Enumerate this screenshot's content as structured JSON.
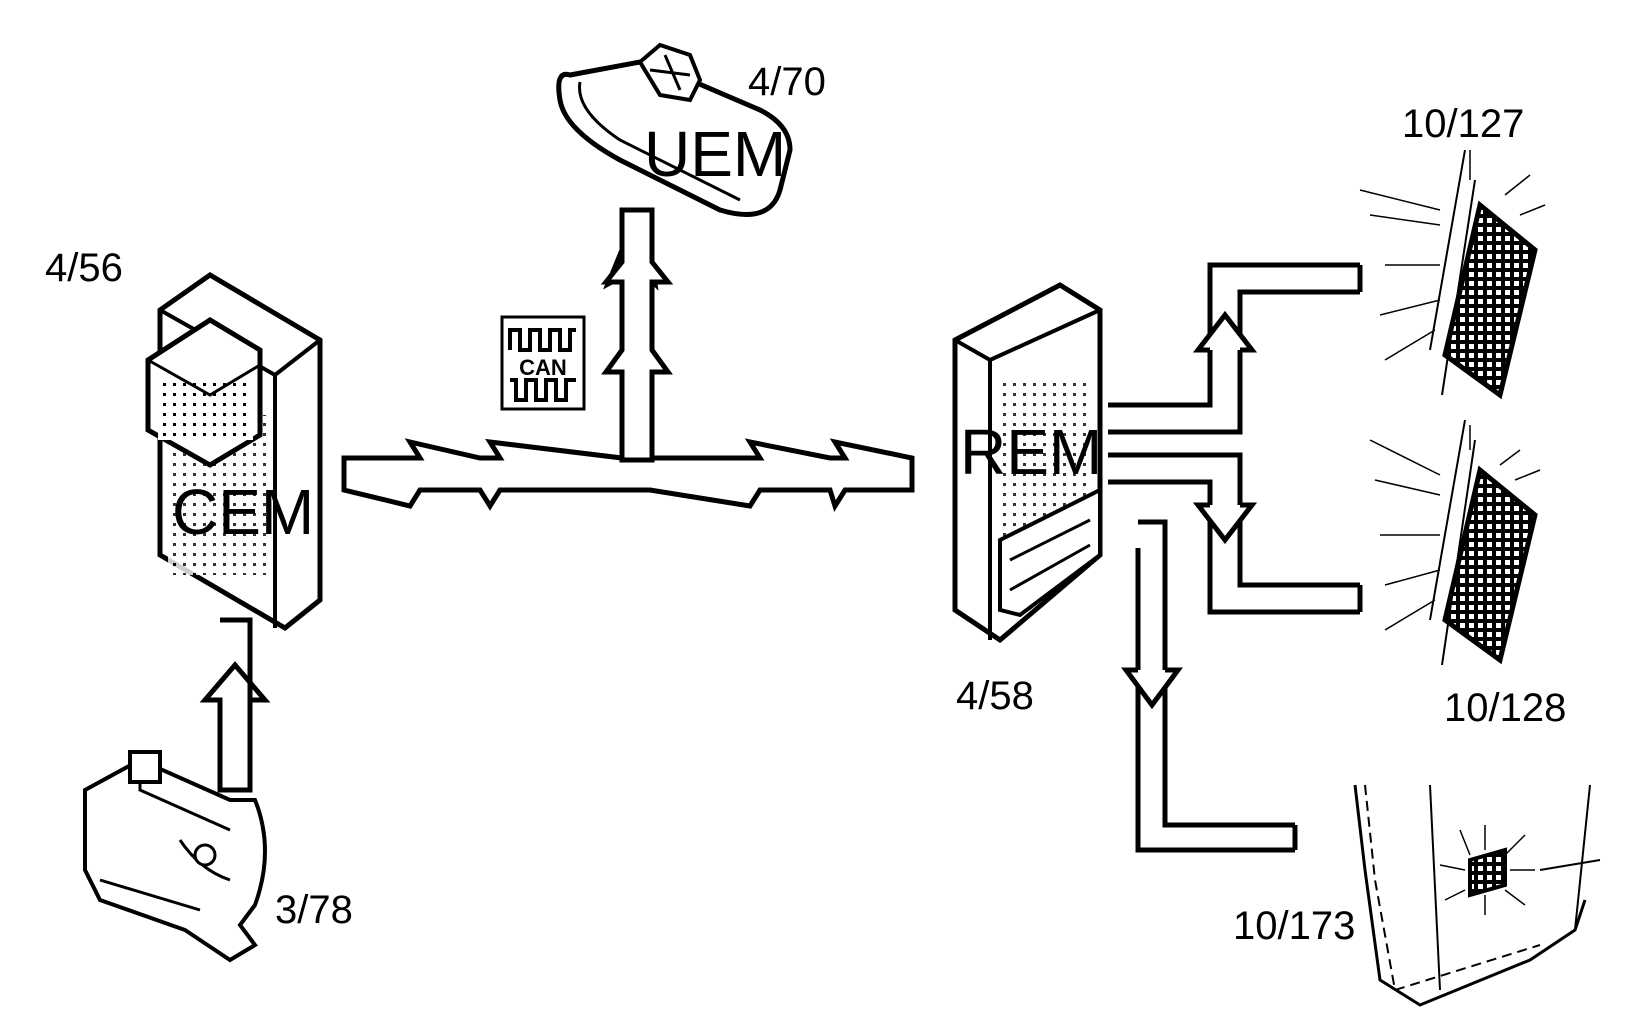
{
  "diagram": {
    "modules": {
      "uem": {
        "name": "UEM",
        "ref": "4/70"
      },
      "cem": {
        "name": "CEM",
        "ref": "4/56"
      },
      "rem": {
        "name": "REM",
        "ref": "4/58"
      }
    },
    "components": {
      "switch": {
        "ref": "3/78"
      },
      "lamp_upper": {
        "ref": "10/127"
      },
      "lamp_lower": {
        "ref": "10/128"
      },
      "lamp_door": {
        "ref": "10/173"
      }
    },
    "bus_symbol": {
      "label": "CAN"
    }
  }
}
